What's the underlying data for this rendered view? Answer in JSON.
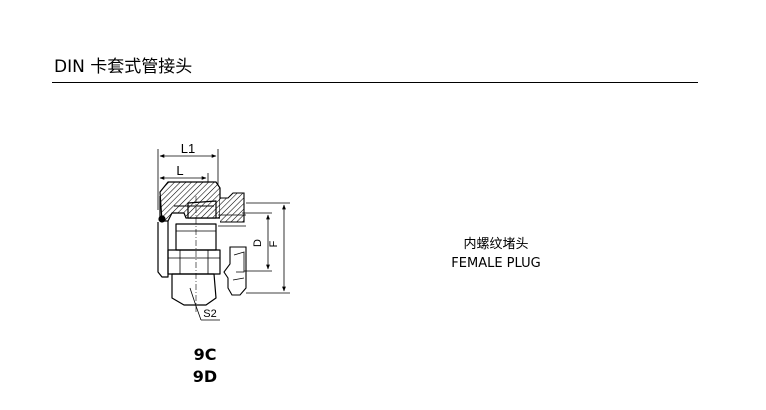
{
  "header": {
    "title": "DIN 卡套式管接头"
  },
  "drawing": {
    "dim_l1": "L1",
    "dim_l": "L",
    "dim_d": "D",
    "dim_f": "F",
    "dim_s2": "S2"
  },
  "description": {
    "name_cn": "内螺纹堵头",
    "name_en": "FEMALE PLUG"
  },
  "codes": [
    "9C",
    "9D"
  ]
}
